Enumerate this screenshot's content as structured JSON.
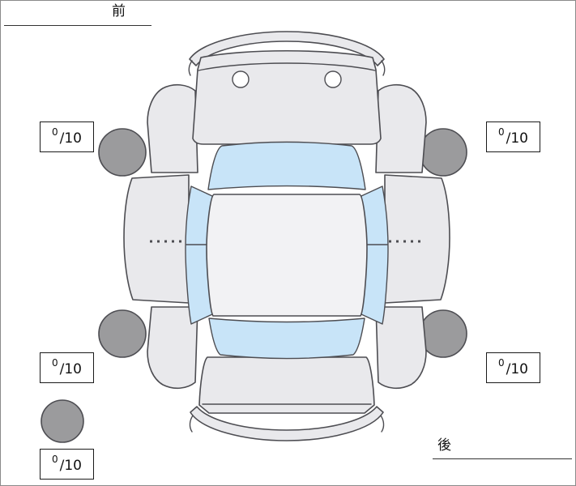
{
  "labels": {
    "front": "前",
    "rear": "後"
  },
  "scores": {
    "front_left": {
      "value": "0",
      "max": "/10"
    },
    "front_right": {
      "value": "0",
      "max": "/10"
    },
    "rear_left": {
      "value": "0",
      "max": "/10"
    },
    "rear_right": {
      "value": "0",
      "max": "/10"
    },
    "spare": {
      "value": "0",
      "max": "/10"
    }
  },
  "diagram": {
    "description": "car-top-view-exploded",
    "colors": {
      "body": "#e9e9ec",
      "roof": "#f2f2f4",
      "glass": "#c8e4f8",
      "tire": "#9b9b9d",
      "outline": "#4d4d52"
    }
  }
}
